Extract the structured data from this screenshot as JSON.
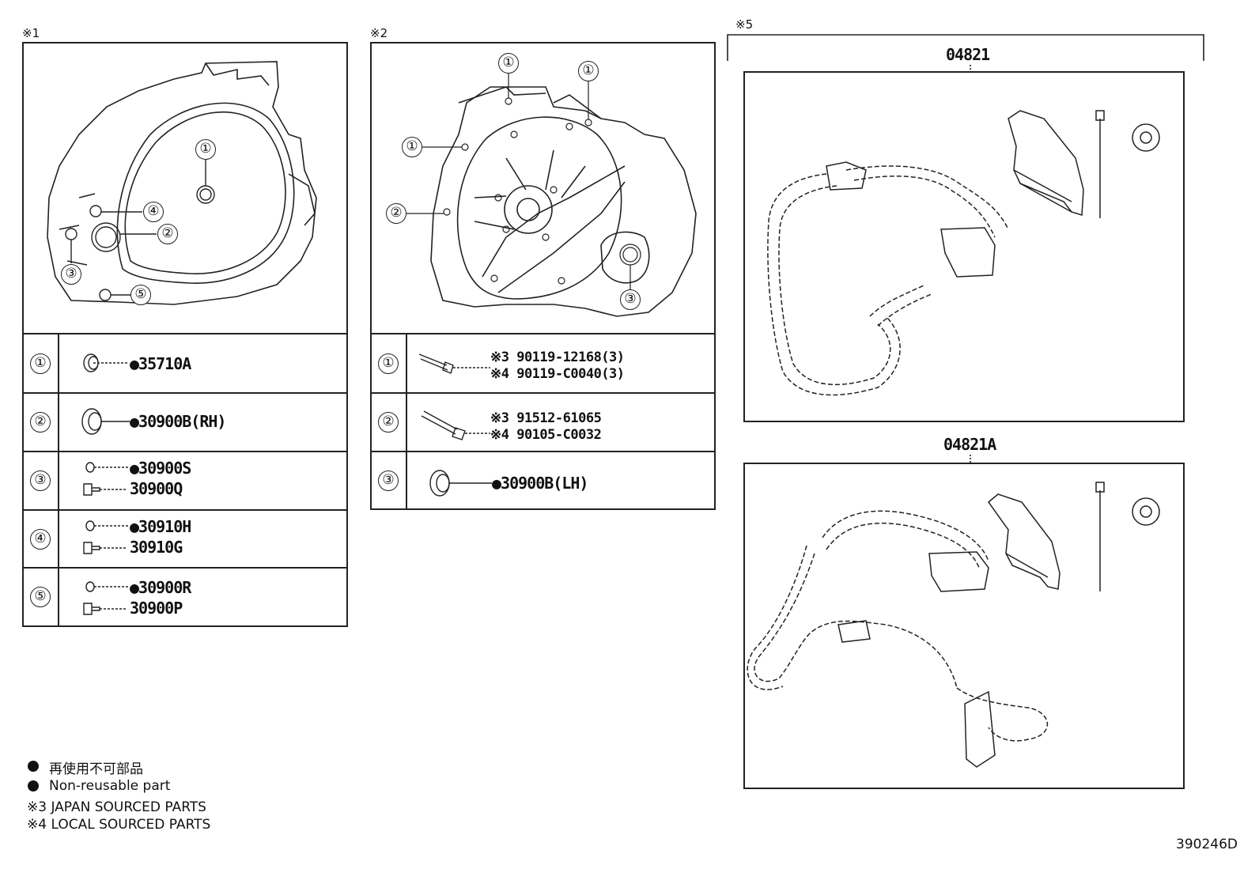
{
  "panel1": {
    "tag": "※1",
    "rows": [
      {
        "num": "①",
        "parts": [
          "●35710A"
        ]
      },
      {
        "num": "②",
        "parts": [
          "●30900B(RH)"
        ]
      },
      {
        "num": "③",
        "parts": [
          "●30900S",
          "30900Q"
        ]
      },
      {
        "num": "④",
        "parts": [
          "●30910H",
          "30910G"
        ]
      },
      {
        "num": "⑤",
        "parts": [
          "●30900R",
          "30900P"
        ]
      }
    ],
    "callouts": [
      "①",
      "②",
      "③",
      "④",
      "⑤"
    ]
  },
  "panel2": {
    "tag": "※2",
    "rows": [
      {
        "num": "①",
        "parts": [
          "※3 90119-12168(3)",
          "※4 90119-C0040(3)"
        ]
      },
      {
        "num": "②",
        "parts": [
          "※3 91512-61065",
          "※4 90105-C0032"
        ]
      },
      {
        "num": "③",
        "parts": [
          "●30900B(LH)"
        ]
      }
    ],
    "callouts": [
      "①",
      "①",
      "①",
      "②",
      "③"
    ]
  },
  "panel5": {
    "tag": "※5",
    "kit_a": "04821",
    "kit_b": "04821A"
  },
  "legend": {
    "jp": "再使用不可部品",
    "en": "Non-reusable part",
    "note3": "※3 JAPAN SOURCED PARTS",
    "note4": "※4 LOCAL SOURCED PARTS"
  },
  "figure_id": "390246D"
}
